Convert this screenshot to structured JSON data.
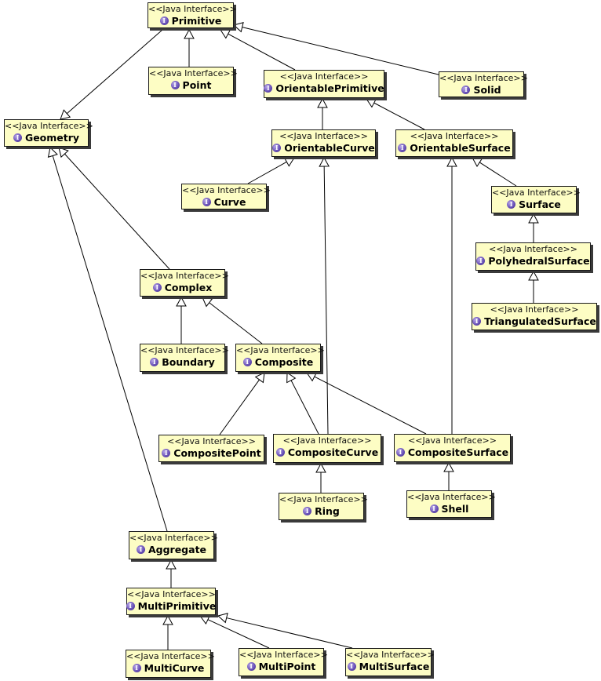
{
  "stereotype": "<<Java Interface>>",
  "icon_glyph": "I",
  "icon_name": "interface-icon",
  "colors": {
    "box_fill": "#fdfdc4",
    "border": "#1a1a1a",
    "shadow": "#3a3a3a",
    "icon": "#6a52b8",
    "edge": "#000000"
  },
  "nodes": [
    {
      "id": "Primitive",
      "label": "Primitive"
    },
    {
      "id": "Point",
      "label": "Point"
    },
    {
      "id": "OrientablePrimitive",
      "label": "OrientablePrimitive"
    },
    {
      "id": "Solid",
      "label": "Solid"
    },
    {
      "id": "Geometry",
      "label": "Geometry"
    },
    {
      "id": "OrientableCurve",
      "label": "OrientableCurve"
    },
    {
      "id": "OrientableSurface",
      "label": "OrientableSurface"
    },
    {
      "id": "Curve",
      "label": "Curve"
    },
    {
      "id": "Surface",
      "label": "Surface"
    },
    {
      "id": "PolyhedralSurface",
      "label": "PolyhedralSurface"
    },
    {
      "id": "TriangulatedSurface",
      "label": "TriangulatedSurface"
    },
    {
      "id": "Complex",
      "label": "Complex"
    },
    {
      "id": "Boundary",
      "label": "Boundary"
    },
    {
      "id": "Composite",
      "label": "Composite"
    },
    {
      "id": "CompositePoint",
      "label": "CompositePoint"
    },
    {
      "id": "CompositeCurve",
      "label": "CompositeCurve"
    },
    {
      "id": "CompositeSurface",
      "label": "CompositeSurface"
    },
    {
      "id": "Ring",
      "label": "Ring"
    },
    {
      "id": "Shell",
      "label": "Shell"
    },
    {
      "id": "Aggregate",
      "label": "Aggregate"
    },
    {
      "id": "MultiPrimitive",
      "label": "MultiPrimitive"
    },
    {
      "id": "MultiCurve",
      "label": "MultiCurve"
    },
    {
      "id": "MultiPoint",
      "label": "MultiPoint"
    },
    {
      "id": "MultiSurface",
      "label": "MultiSurface"
    }
  ],
  "edges": [
    {
      "from": "Point",
      "to": "Primitive"
    },
    {
      "from": "OrientablePrimitive",
      "to": "Primitive"
    },
    {
      "from": "Solid",
      "to": "Primitive"
    },
    {
      "from": "Primitive",
      "to": "Geometry"
    },
    {
      "from": "OrientableCurve",
      "to": "OrientablePrimitive"
    },
    {
      "from": "OrientableSurface",
      "to": "OrientablePrimitive"
    },
    {
      "from": "Curve",
      "to": "OrientableCurve"
    },
    {
      "from": "Surface",
      "to": "OrientableSurface"
    },
    {
      "from": "PolyhedralSurface",
      "to": "Surface"
    },
    {
      "from": "TriangulatedSurface",
      "to": "PolyhedralSurface"
    },
    {
      "from": "Complex",
      "to": "Geometry"
    },
    {
      "from": "Aggregate",
      "to": "Geometry"
    },
    {
      "from": "Boundary",
      "to": "Complex"
    },
    {
      "from": "Composite",
      "to": "Complex"
    },
    {
      "from": "CompositePoint",
      "to": "Composite"
    },
    {
      "from": "CompositeCurve",
      "to": "Composite"
    },
    {
      "from": "CompositeSurface",
      "to": "Composite"
    },
    {
      "from": "CompositeCurve",
      "to": "OrientableCurve"
    },
    {
      "from": "CompositeSurface",
      "to": "OrientableSurface"
    },
    {
      "from": "Ring",
      "to": "CompositeCurve"
    },
    {
      "from": "Shell",
      "to": "CompositeSurface"
    },
    {
      "from": "MultiPrimitive",
      "to": "Aggregate"
    },
    {
      "from": "MultiCurve",
      "to": "MultiPrimitive"
    },
    {
      "from": "MultiPoint",
      "to": "MultiPrimitive"
    },
    {
      "from": "MultiSurface",
      "to": "MultiPrimitive"
    }
  ]
}
